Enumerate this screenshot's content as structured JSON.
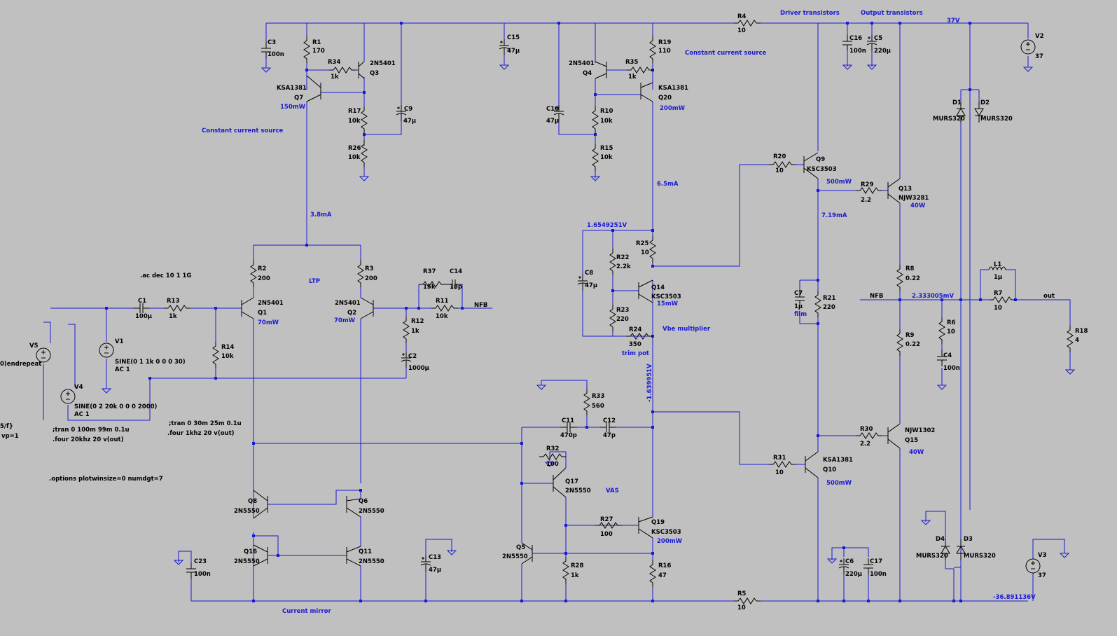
{
  "colors": {
    "background": "#c0c0c0",
    "wire": "#1a1ad4",
    "symbol": "#000000",
    "label": "#1a1ad4"
  },
  "labels": {
    "ccs_top": "Constant current source",
    "ccs_left": "Constant current source",
    "driver": "Driver transistors",
    "output": "Output transistors",
    "ltp": "LTP",
    "vas": "VAS",
    "vbe": "Vbe multiplier",
    "trim": "trim pot",
    "mirror": "Current mirror",
    "film": "film",
    "nfb_left": "NFB",
    "nfb_right": "NFB",
    "out": "out"
  },
  "nets": {
    "v37": "37V",
    "i38": "3.8mA",
    "i65": "6.5mA",
    "i719": "7.19mA",
    "vb1": "1.6549251V",
    "vb2": "-1.639951V",
    "vnfb": "2.333005mV",
    "vneg": "-36.891136V"
  },
  "directives": {
    "ac": ".ac dec 10 1 1G",
    "tran1": ";tran 0 100m 99m 0.1u",
    "four1": ".four 20khz 20 v(out)",
    "tran2": ";tran 0 30m 25m 0.1u",
    "four2": ".four 1khz 20 v(out)",
    "options": ".options plotwinsize=0 numdgt=7",
    "endrepeat": "0)endrepeat",
    "f": "5/f}",
    "vp": "vp=1"
  },
  "comp": {
    "C3": {
      "n": "C3",
      "v": "100n"
    },
    "R1": {
      "n": "R1",
      "v": "170"
    },
    "R34": {
      "n": "R34",
      "v": "1k"
    },
    "Q3": {
      "n": "Q3",
      "v": "2N5401"
    },
    "Q7": {
      "n": "Q7",
      "v": "KSA1381",
      "p": "150mW"
    },
    "R17": {
      "n": "R17",
      "v": "10k"
    },
    "C9": {
      "n": "C9",
      "v": "47µ"
    },
    "R26": {
      "n": "R26",
      "v": "10k"
    },
    "C15": {
      "n": "C15",
      "v": "47µ"
    },
    "Q4": {
      "n": "Q4",
      "v": "2N5401"
    },
    "R35": {
      "n": "R35",
      "v": "1k"
    },
    "R19": {
      "n": "R19",
      "v": "110"
    },
    "Q20": {
      "n": "Q20",
      "v": "KSA1381",
      "p": "200mW"
    },
    "C10": {
      "n": "C10",
      "v": "47µ"
    },
    "R10": {
      "n": "R10",
      "v": "10k"
    },
    "R15": {
      "n": "R15",
      "v": "10k"
    },
    "R4": {
      "n": "R4",
      "v": "10"
    },
    "C16": {
      "n": "C16",
      "v": "100n"
    },
    "C5": {
      "n": "C5",
      "v": "220µ"
    },
    "V2": {
      "n": "V2",
      "v": "37"
    },
    "D1": {
      "n": "D1",
      "v": "MURS320"
    },
    "D2": {
      "n": "D2",
      "v": "MURS320"
    },
    "R20": {
      "n": "R20",
      "v": "10"
    },
    "Q9": {
      "n": "Q9",
      "v": "KSC3503",
      "p": "500mW"
    },
    "R29": {
      "n": "R29",
      "v": "2.2"
    },
    "Q13": {
      "n": "Q13",
      "v": "NJW3281",
      "p": "40W"
    },
    "R2": {
      "n": "R2",
      "v": "200"
    },
    "R3": {
      "n": "R3",
      "v": "200"
    },
    "Q1": {
      "n": "Q1",
      "v": "2N5401",
      "p": "70mW"
    },
    "Q2": {
      "n": "Q2",
      "v": "2N5401",
      "p": "70mW"
    },
    "C1": {
      "n": "C1",
      "v": "100µ"
    },
    "R13": {
      "n": "R13",
      "v": "1k"
    },
    "R14": {
      "n": "R14",
      "v": "10k"
    },
    "R37": {
      "n": "R37",
      "v": "15k"
    },
    "C14": {
      "n": "C14",
      "v": "18p"
    },
    "R11": {
      "n": "R11",
      "v": "10k"
    },
    "R12": {
      "n": "R12",
      "v": "1k"
    },
    "C2": {
      "n": "C2",
      "v": "1000µ"
    },
    "V1": {
      "n": "V1",
      "v": "SINE(0 1 1k 0 0 0 30)",
      "ac": "AC 1"
    },
    "V4": {
      "n": "V4",
      "v": "SINE(0 2 20k 0 0 0 2000)",
      "ac": "AC 1"
    },
    "V5": {
      "n": "V5"
    },
    "R22": {
      "n": "R22",
      "v": "2.2k"
    },
    "R25": {
      "n": "R25",
      "v": "10"
    },
    "C8": {
      "n": "C8",
      "v": "47µ"
    },
    "Q14": {
      "n": "Q14",
      "v": "KSC3503",
      "p": "15mW"
    },
    "R23": {
      "n": "R23",
      "v": "220"
    },
    "R24": {
      "n": "R24",
      "v": "350"
    },
    "C7": {
      "n": "C7",
      "v": "1µ"
    },
    "R21": {
      "n": "R21",
      "v": "220"
    },
    "R8": {
      "n": "R8",
      "v": "0.22"
    },
    "R9": {
      "n": "R9",
      "v": "0.22"
    },
    "L1": {
      "n": "L1",
      "v": "1µ"
    },
    "R7": {
      "n": "R7",
      "v": "10"
    },
    "R6": {
      "n": "R6",
      "v": "10"
    },
    "C4": {
      "n": "C4",
      "v": "100n"
    },
    "R18": {
      "n": "R18",
      "v": "4"
    },
    "R33": {
      "n": "R33",
      "v": "560"
    },
    "C11": {
      "n": "C11",
      "v": "470p"
    },
    "C12": {
      "n": "C12",
      "v": "47p"
    },
    "R32": {
      "n": "R32",
      "v": "100"
    },
    "Q17": {
      "n": "Q17",
      "v": "2N5550"
    },
    "R27": {
      "n": "R27",
      "v": "100"
    },
    "Q19": {
      "n": "Q19",
      "v": "KSC3503",
      "p": "200mW"
    },
    "Q5": {
      "n": "Q5",
      "v": "2N5550"
    },
    "R28": {
      "n": "R28",
      "v": "1k"
    },
    "R16": {
      "n": "R16",
      "v": "47"
    },
    "R30": {
      "n": "R30",
      "v": "2.2"
    },
    "Q15": {
      "n": "Q15",
      "v": "NJW1302",
      "p": "40W"
    },
    "R31": {
      "n": "R31",
      "v": "10"
    },
    "Q10": {
      "n": "Q10",
      "v": "KSA1381",
      "p": "500mW"
    },
    "Q8": {
      "n": "Q8",
      "v": "2N5550"
    },
    "Q6": {
      "n": "Q6",
      "v": "2N5550"
    },
    "Q16": {
      "n": "Q16",
      "v": "2N5550"
    },
    "Q11": {
      "n": "Q11",
      "v": "2N5550"
    },
    "C23": {
      "n": "C23",
      "v": "100n"
    },
    "C13": {
      "n": "C13",
      "v": "47µ"
    },
    "C6": {
      "n": "C6",
      "v": "220µ"
    },
    "C17": {
      "n": "C17",
      "v": "100n"
    },
    "D4": {
      "n": "D4",
      "v": "MURS320"
    },
    "D3": {
      "n": "D3",
      "v": "MURS320"
    },
    "V3": {
      "n": "V3",
      "v": "37"
    },
    "R5": {
      "n": "R5",
      "v": "10"
    }
  }
}
